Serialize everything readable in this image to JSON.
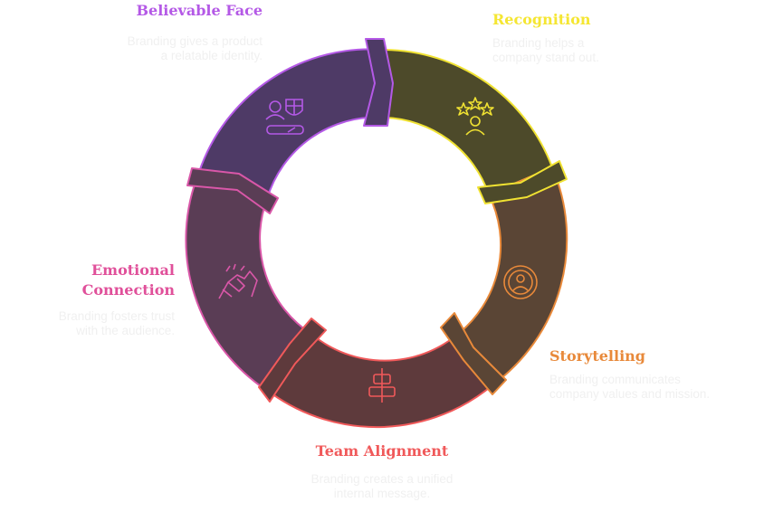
{
  "stages": [
    {
      "id": "recognition",
      "title": "Recognition",
      "description_line1": "Branding helps a",
      "description_line2": "company stand out.",
      "title_color": "#f5e632",
      "segment_fill": "#4d4a2a",
      "segment_stroke": "#f0e232",
      "icon": "stars-person-icon"
    },
    {
      "id": "storytelling",
      "title": "Storytelling",
      "description_line1": "Branding communicates",
      "description_line2": "company values and mission.",
      "title_color": "#e8893a",
      "segment_fill": "#5a4535",
      "segment_stroke": "#e8893a",
      "icon": "person-circle-icon"
    },
    {
      "id": "team-alignment",
      "title": "Team Alignment",
      "description_line1": "Branding creates a unified",
      "description_line2": "internal message.",
      "title_color": "#f0595a",
      "segment_fill": "#5e3a3c",
      "segment_stroke": "#f0595a",
      "icon": "align-center-icon"
    },
    {
      "id": "emotional-connection",
      "title_line1": "Emotional",
      "title_line2": "Connection",
      "description_line1": "Branding fosters trust",
      "description_line2": "with the audience.",
      "title_color": "#e0509a",
      "segment_fill": "#5a3d55",
      "segment_stroke": "#d957a8",
      "icon": "handshake-icon"
    },
    {
      "id": "believable-face",
      "title": "Believable Face",
      "description_line1": "Branding gives a product",
      "description_line2": "a relatable identity.",
      "title_color": "#b459e6",
      "segment_fill": "#4e3a66",
      "segment_stroke": "#b459e6",
      "icon": "face-mask-id-icon"
    }
  ],
  "description_color": "#f0f0f0"
}
